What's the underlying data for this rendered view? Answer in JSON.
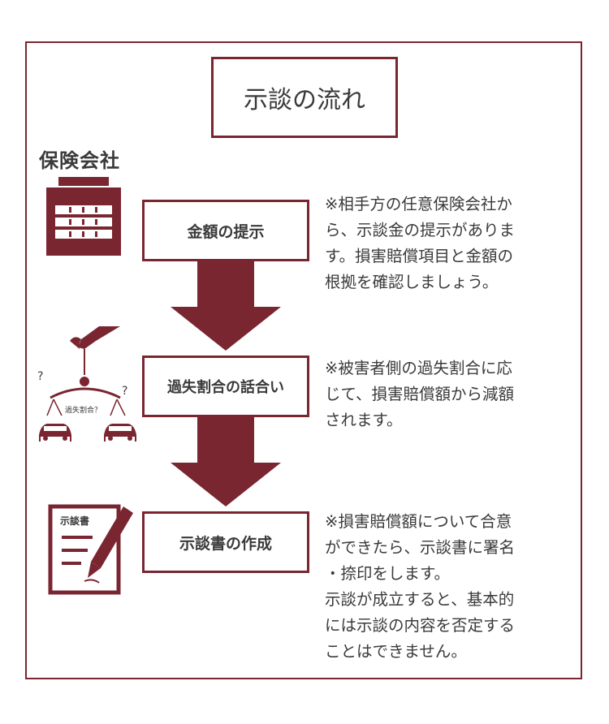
{
  "title": "示談の流れ",
  "company_label": "保険会社",
  "steps": [
    {
      "label": "金額の提示"
    },
    {
      "label": "過失割合の話合い"
    },
    {
      "label": "示談書の作成"
    }
  ],
  "notes": [
    {
      "lines": [
        "※相手方の任意保険会社か",
        "ら、示談金の提示がありま",
        "す。損害賠償項目と金額の",
        "根拠を確認しましょう。"
      ]
    },
    {
      "lines": [
        "※被害者側の過失割合に応",
        "じて、損害賠償額から減額",
        "されます。"
      ]
    },
    {
      "lines": [
        "※損害賠償額について合意",
        "ができたら、示談書に署名",
        "・捺印をします。",
        "示談が成立すると、基本的",
        "には示談の内容を否定する",
        "ことはできません。"
      ]
    }
  ],
  "illustrations": {
    "scale_label": "過失割合？",
    "question_mark": "?",
    "document_label": "示談書"
  },
  "colors": {
    "accent": "#7a2631",
    "text": "#3a3a3a"
  },
  "icons": [
    "building-icon",
    "scale-icon",
    "car-icon",
    "document-pen-icon",
    "arrow-down-icon"
  ]
}
